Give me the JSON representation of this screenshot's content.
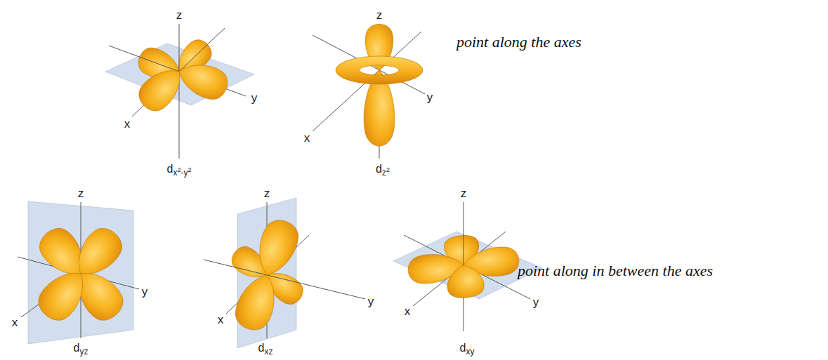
{
  "diagram": {
    "labels": [
      "z",
      "y",
      "x",
      "dx2-y2",
      "z",
      "y",
      "x",
      "dz2",
      "point along the axes",
      "z",
      "y",
      "x",
      "dyz",
      "z",
      "y",
      "x",
      "dxz",
      "z",
      "y",
      "x",
      "dxy",
      "point along in between the axes"
    ]
  }
}
